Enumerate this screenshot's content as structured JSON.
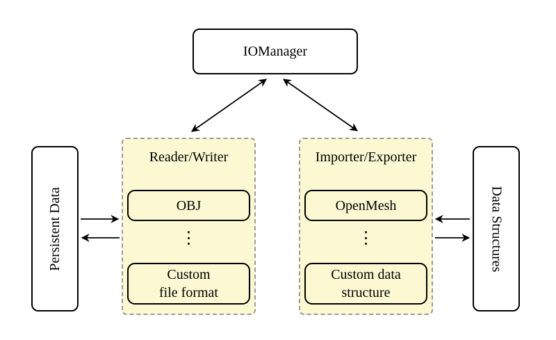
{
  "diagram": {
    "io_manager": {
      "label": "IOManager"
    },
    "persistent_data": {
      "label": "Persistent Data"
    },
    "data_structures": {
      "label": "Data Structures"
    },
    "groups": [
      {
        "title": "Reader/Writer",
        "ellipsis": "⋮",
        "top_box": {
          "line1": "OBJ",
          "line2": ""
        },
        "bottom_box": {
          "line1": "Custom",
          "line2": "file format"
        }
      },
      {
        "title": "Importer/Exporter",
        "ellipsis": "⋮",
        "top_box": {
          "line1": "OpenMesh",
          "line2": ""
        },
        "bottom_box": {
          "line1": "Custom data",
          "line2": "structure"
        }
      }
    ],
    "colors": {
      "background": "#FFFFFF",
      "group_fill": "#FBF8D2",
      "group_dash_border": "#9B9B9B",
      "box_border": "#000000",
      "arrow": "#000000"
    }
  }
}
